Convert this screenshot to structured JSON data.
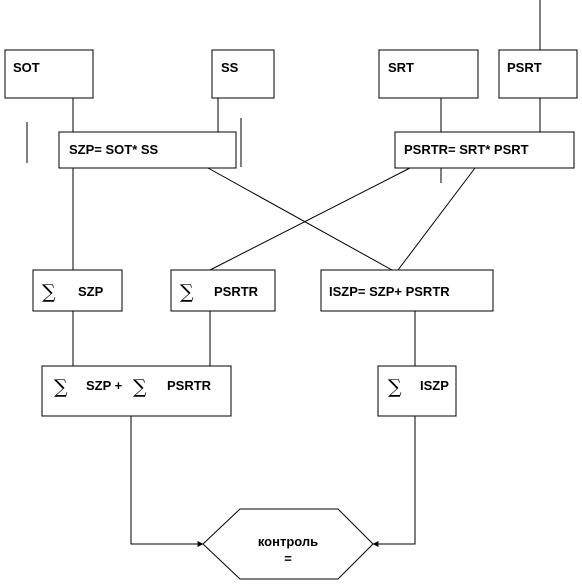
{
  "boxes": {
    "sot": "SOT",
    "ss": "SS",
    "srt": "SRT",
    "psrt": "PSRT",
    "szp_formula": "SZP= SOT* SS",
    "psrtr_formula": "PSRTR= SRT* PSRT",
    "sum_szp": "SZP",
    "sum_psrtr": "PSRTR",
    "iszp_formula": "ISZP= SZP+ PSRTR",
    "sum_szp_plus_psrtr": {
      "left": "SZP +",
      "right": "PSRTR"
    },
    "sum_iszp": "ISZP",
    "control": {
      "line1": "контроль",
      "line2": "="
    }
  },
  "symbols": {
    "sigma": "∑"
  }
}
